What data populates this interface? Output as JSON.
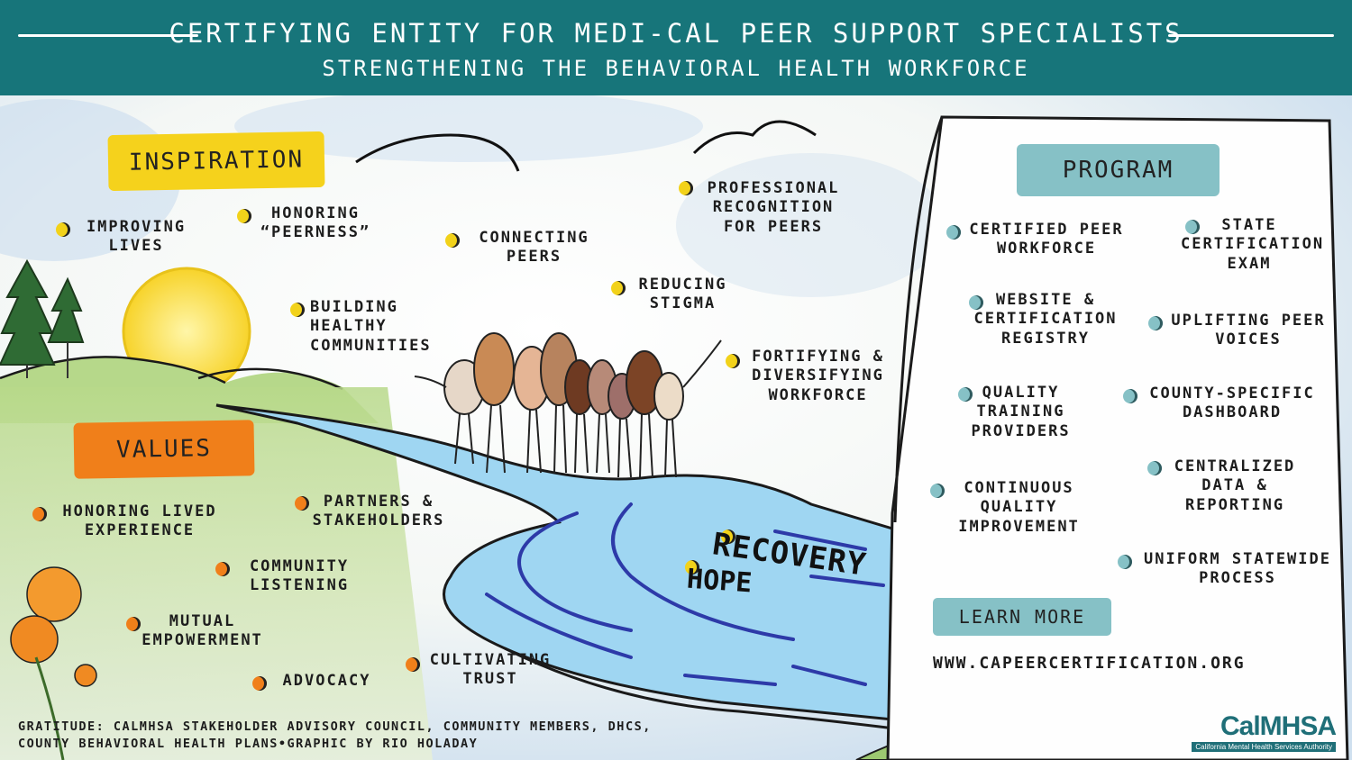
{
  "header": {
    "title": "CERTIFYING ENTITY FOR MEDI-CAL PEER SUPPORT SPECIALISTS",
    "subtitle": "STRENGTHENING THE BEHAVIORAL HEALTH WORKFORCE"
  },
  "inspiration": {
    "label": "INSPIRATION",
    "items": [
      "IMPROVING LIVES",
      "HONORING “PEERNESS”",
      "CONNECTING PEERS",
      "PROFESSIONAL RECOGNITION FOR PEERS",
      "REDUCING STIGMA",
      "BUILDING HEALTHY COMMUNITIES",
      "FORTIFYING & DIVERSIFYING WORKFORCE"
    ]
  },
  "values": {
    "label": "VALUES",
    "items": [
      "HONORING LIVED EXPERIENCE",
      "PARTNERS & STAKEHOLDERS",
      "COMMUNITY LISTENING",
      "MUTUAL EMPOWERMENT",
      "ADVOCACY",
      "CULTIVATING TRUST"
    ]
  },
  "river": {
    "recovery": "RECOVERY",
    "hope": "HOPE"
  },
  "program": {
    "label": "PROGRAM",
    "items": [
      "CERTIFIED PEER WORKFORCE",
      "STATE CERTIFICATION EXAM",
      "WEBSITE & CERTIFICATION REGISTRY",
      "UPLIFTING PEER VOICES",
      "QUALITY TRAINING PROVIDERS",
      "COUNTY-SPECIFIC DASHBOARD",
      "CONTINUOUS QUALITY IMPROVEMENT",
      "CENTRALIZED DATA & REPORTING",
      "UNIFORM STATEWIDE PROCESS"
    ],
    "learn_more_label": "LEARN MORE",
    "url": "WWW.CAPEERCERTIFICATION.ORG"
  },
  "footer": {
    "gratitude_line1": "GRATITUDE: CALMHSA STAKEHOLDER ADVISORY COUNCIL, COMMUNITY MEMBERS, DHCS,",
    "gratitude_line2": "COUNTY BEHAVIORAL HEALTH PLANS•GRAPHIC BY RIO HOLADAY"
  },
  "logo": {
    "name": "CalMHSA",
    "subtitle": "California Mental Health Services Authority"
  },
  "colors": {
    "header_teal": "#17757a",
    "inspiration_yellow": "#f5d21c",
    "values_orange": "#f07f1a",
    "program_teal": "#86c1c6",
    "river_blue": "#8fd0ee"
  }
}
